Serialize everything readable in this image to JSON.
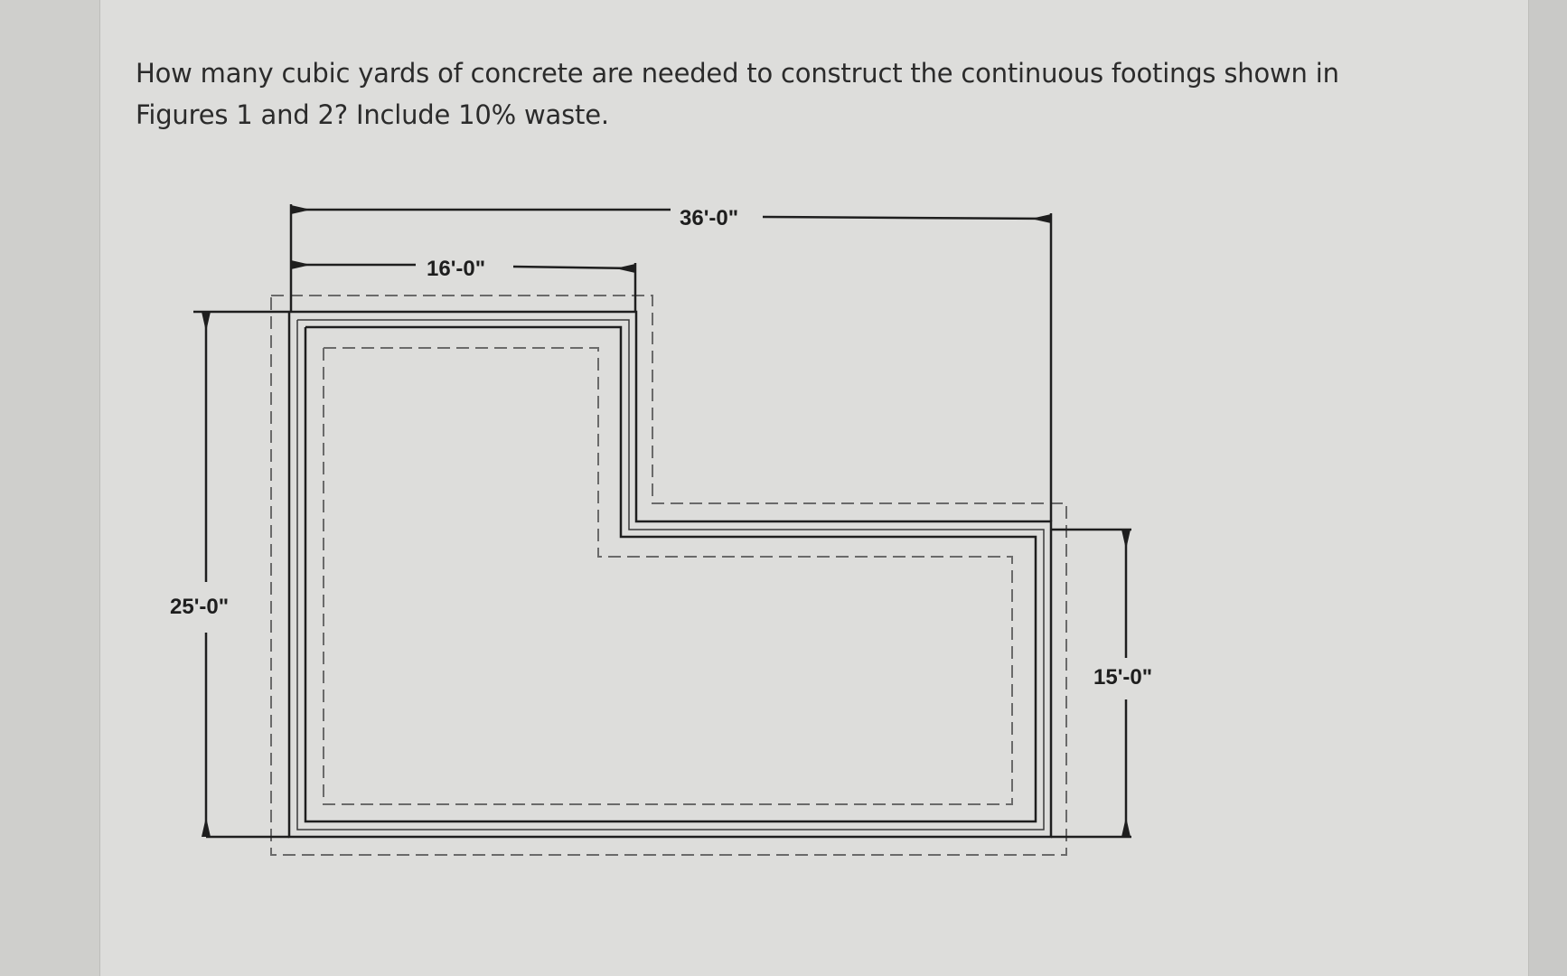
{
  "question": {
    "line1": "How many cubic yards of concrete are needed to construct the continuous footings shown in",
    "line2": "Figures 1 and 2? Include 10% waste."
  },
  "dimensions": {
    "overall_width": "36'-0\"",
    "upper_width": "16'-0\"",
    "left_height": "25'-0\"",
    "right_height": "15'-0\""
  },
  "colors": {
    "panel": "#dddddb",
    "line": "#1e1e1e",
    "dashed": "#6a6a6a"
  }
}
